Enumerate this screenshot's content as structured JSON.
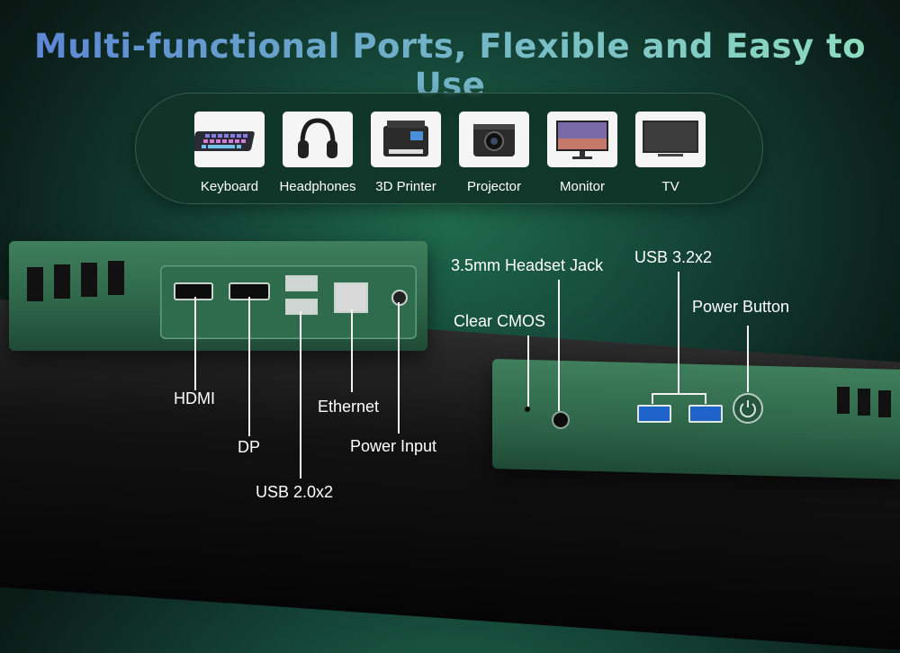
{
  "headline": "Multi-functional Ports, Flexible and Easy to Use",
  "devices": [
    {
      "label": "Keyboard",
      "icon": "keyboard-icon"
    },
    {
      "label": "Headphones",
      "icon": "headphones-icon"
    },
    {
      "label": "3D Printer",
      "icon": "printer-icon"
    },
    {
      "label": "Projector",
      "icon": "projector-icon"
    },
    {
      "label": "Monitor",
      "icon": "monitor-icon"
    },
    {
      "label": "TV",
      "icon": "tv-icon"
    }
  ],
  "rear_ports": {
    "hdmi": "HDMI",
    "dp": "DP",
    "usb20": "USB 2.0x2",
    "ethernet": "Ethernet",
    "power_input": "Power Input"
  },
  "front_ports": {
    "headset_jack": "3.5mm Headset Jack",
    "clear_cmos": "Clear CMOS",
    "usb32": "USB 3.2x2",
    "power_button": "Power Button"
  },
  "colors": {
    "chassis_green": "#2d6448",
    "usb3_blue": "#1e63c9",
    "headline_start": "#5b83d6",
    "headline_end": "#8fe0bf"
  }
}
